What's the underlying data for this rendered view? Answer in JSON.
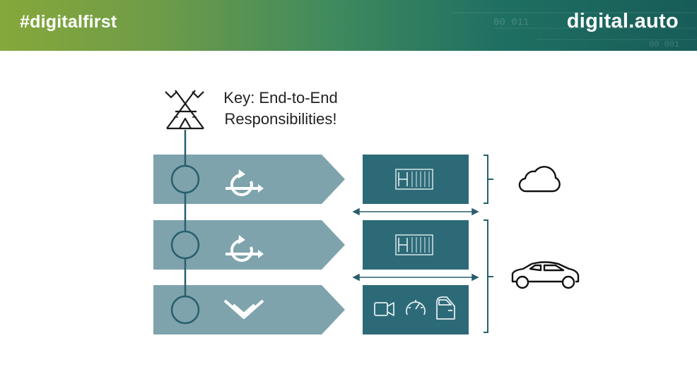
{
  "header": {
    "hashtag": "#digitalfirst",
    "brand": "digital.auto",
    "deco_text": [
      "00 011",
      "00 001"
    ]
  },
  "key": {
    "line1": "Key: End-to-End",
    "line2": "Responsibilities!"
  },
  "icons": {
    "key": "teepee-icon",
    "agile": "agile-cycle-icon",
    "lean": "lean-funnel-icon",
    "container": "shipping-container-icon",
    "camera": "camera-icon",
    "speedometer": "speedometer-icon",
    "door": "car-door-icon",
    "cloud": "cloud-icon",
    "car": "car-icon"
  },
  "colors": {
    "arrow_band": "#7ea3ac",
    "dark_box": "#2d6a78",
    "line": "#275f6d"
  }
}
